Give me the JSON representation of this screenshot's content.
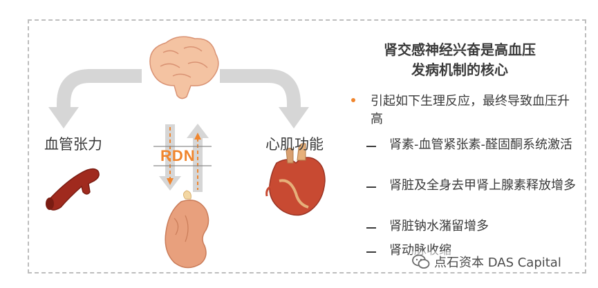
{
  "labels": {
    "vascular": "血管张力",
    "cardiac": "心肌功能",
    "rdn": "RDN"
  },
  "title": {
    "line1": "肾交感神经兴奋是高血压",
    "line2": "发病机制的核心"
  },
  "main_point": "引起如下生理反应，最终导致血压升高",
  "sub_points": [
    "肾素-血管紧张素-醛固酮系统激活",
    "肾脏及全身去甲肾上腺素释放增多",
    "肾脏钠水潴留增多",
    "肾动脉收缩"
  ],
  "watermark": {
    "icon": "wechat-icon",
    "text": "点石资本 DAS Capital"
  },
  "colors": {
    "accent": "#f0852d",
    "arrow_gray": "#d6d6d6",
    "text": "#3a3a3a",
    "border": "#bdbdbd"
  }
}
